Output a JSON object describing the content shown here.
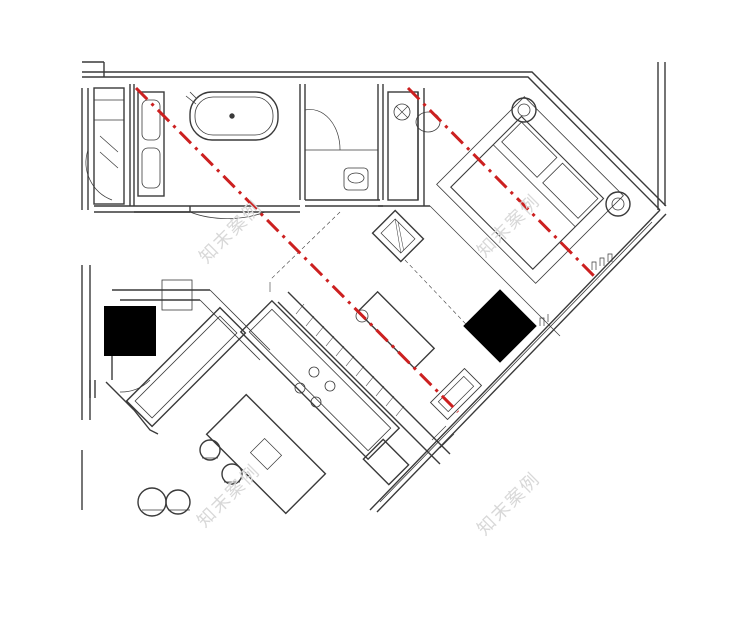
{
  "watermark": {
    "text": "知末案例"
  },
  "colors": {
    "wall": "#3a3a3a",
    "thin_line": "#555555",
    "sight_line": "#cc2020",
    "column": "#000000",
    "background": "#ffffff"
  },
  "icons": {
    "sight_line_style": "dash-dot",
    "columns": "solid-black-square"
  }
}
